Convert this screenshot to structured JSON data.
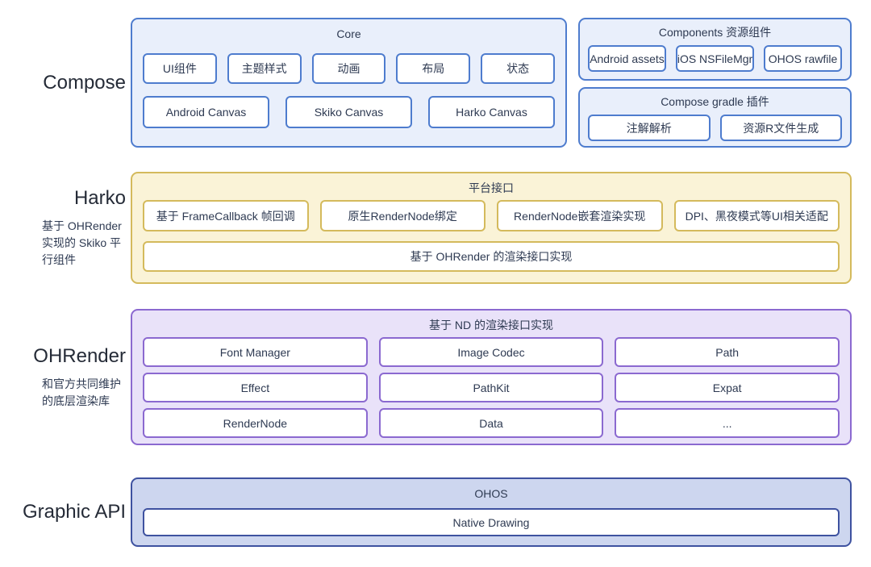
{
  "themes": {
    "blue": {
      "border": "#4e7cce",
      "fill": "#e9effb"
    },
    "yellow": {
      "border": "#d4ba5c",
      "fill": "#faf3d7"
    },
    "purple": {
      "border": "#8b69d0",
      "fill": "#e9e2f9"
    },
    "navy": {
      "border": "#3e52a0",
      "fill": "#cdd6ef"
    },
    "text": "#2e3a52"
  },
  "layers": [
    {
      "id": "compose",
      "theme": "blue",
      "layout": "split",
      "gutter": {
        "title": "Compose",
        "subtitle": ""
      },
      "panels": [
        {
          "id": "core",
          "slot": "left",
          "title": "Core",
          "rows": [
            {
              "cells": [
                "UI组件",
                "主题样式",
                "动画",
                "布局",
                "状态"
              ]
            },
            {
              "cells": [
                "Android Canvas",
                "Skiko Canvas",
                "Harko Canvas"
              ]
            }
          ]
        },
        {
          "id": "components",
          "slot": "right",
          "title": "Components 资源组件",
          "rows": [
            {
              "cells": [
                "Android assets",
                "iOS NSFileMgr",
                "OHOS rawfile"
              ]
            }
          ]
        },
        {
          "id": "gradle",
          "slot": "right",
          "title": "Compose gradle 插件",
          "rows": [
            {
              "cells": [
                "注解解析",
                "资源R文件生成"
              ]
            }
          ]
        }
      ]
    },
    {
      "id": "harko",
      "theme": "yellow",
      "layout": "single",
      "gutter": {
        "title": "Harko",
        "subtitle": "基于 OHRender 实现的 Skiko 平行组件"
      },
      "panels": [
        {
          "id": "platform",
          "slot": "main",
          "title": "平台接口",
          "rows": [
            {
              "cells": [
                "基于 FrameCallback 帧回调",
                "原生RenderNode绑定",
                "RenderNode嵌套渲染实现",
                "DPI、黑夜模式等UI相关适配"
              ]
            },
            {
              "cells": [
                "基于 OHRender 的渲染接口实现"
              ]
            }
          ]
        }
      ]
    },
    {
      "id": "ohrender",
      "theme": "purple",
      "layout": "single",
      "gutter": {
        "title": "OHRender",
        "subtitle": "和官方共同维护的底层渲染库"
      },
      "panels": [
        {
          "id": "nd",
          "slot": "main",
          "title": "基于 ND 的渲染接口实现",
          "rows": [
            {
              "cells": [
                "Font Manager",
                "Image Codec",
                "Path"
              ]
            },
            {
              "cells": [
                "Effect",
                "PathKit",
                "Expat"
              ]
            },
            {
              "cells": [
                "RenderNode",
                "Data",
                "..."
              ]
            }
          ]
        }
      ]
    },
    {
      "id": "graphic-api",
      "theme": "navy",
      "layout": "single",
      "gutter": {
        "title": "Graphic API",
        "subtitle": ""
      },
      "panels": [
        {
          "id": "ohos",
          "slot": "main",
          "title": "OHOS",
          "rows": [
            {
              "cells": [
                "Native Drawing"
              ]
            }
          ]
        }
      ]
    }
  ]
}
